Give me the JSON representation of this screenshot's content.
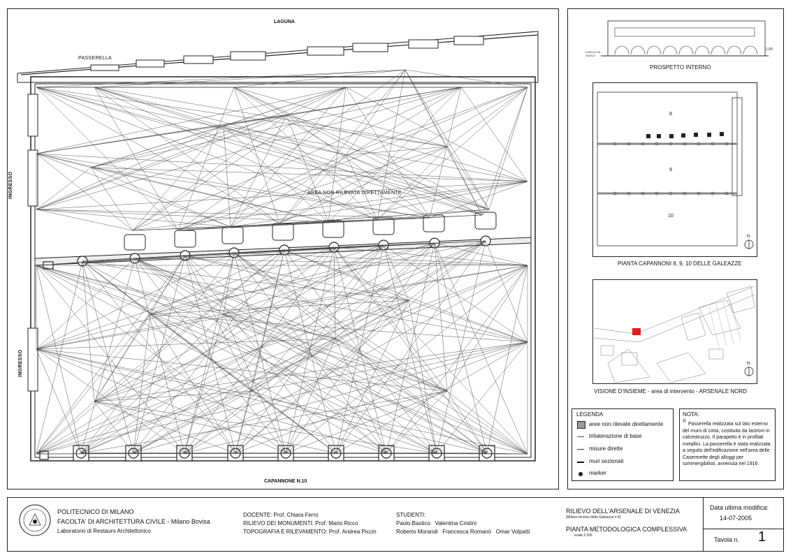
{
  "plan": {
    "top_label": "LAGUNA",
    "bottom_label": "CAPANNONE N.10",
    "passerella_label": "PASSERELLA",
    "ingresso_upper": "INGRESSO",
    "ingresso_lower": "INGRESSO",
    "center_note": "AREA NON RILEVATA DIRETTAMENTE"
  },
  "insets": {
    "elevation_caption": "PROSPETTO INTERNO",
    "elevation_side_label": "LIVELLO DI SUOLO",
    "elevation_right_label": "1,00",
    "plan_caption": "PIANTA CAPANNONI 8, 9, 10 DELLE GALEAZZE",
    "plan_room_labels": [
      "8",
      "9",
      "10"
    ],
    "map_caption": "VISIONE D'INSIEME - area di intervento - ARSENALE NORD",
    "north": "N"
  },
  "legend": {
    "title": "LEGENDA",
    "items": [
      {
        "label": "aree non rilevate direttamente",
        "symbol": "gray-square-icon"
      },
      {
        "label": "triliaterazione di base",
        "symbol": "thin-line-icon"
      },
      {
        "label": "misure dirette",
        "symbol": "medium-line-icon"
      },
      {
        "label": "muri sezionati",
        "symbol": "thick-line-icon"
      },
      {
        "label": "marker",
        "symbol": "dot-icon"
      }
    ]
  },
  "note": {
    "title": "NOTA:",
    "marker": "®",
    "text": "Passerella realizzata sul lato esterno del muro di cinta, costituita da lastroni in calcestruzzo. Il parapetto è in profilati metallici. La passerella è stata realizzata a seguito dell'edificazione nell'area delle Casermette degli alloggi per sommergibilisti, avvenuta nel 1916."
  },
  "title_block": {
    "university": "POLITECNICO DI MILANO",
    "faculty": "FACOLTA' DI ARCHITETTURA CIVILE - Milano Bovisa",
    "lab": "Laboratorio di Restauro Architettonico",
    "docente": "DOCENTE: Prof. Chiara Ferro",
    "rilievo": "RILIEVO DEI MONUMENTI: Prof. Mario Ricco",
    "topografia": "TOPOGRAFIA E RILEVAMENTO: Prof. Andrea Piccin",
    "students_label": "STUDENTI:",
    "students_row1": "Paolo Bastico   Valentina Cristini",
    "students_row2": "Roberto Morandi   Francesca Romanò   Omar Volpatti",
    "project_title": "RILIEVO DELL'ARSENALE DI VENEZIA",
    "project_subtitle": "(Rilievo tecnico della Galeazza n.9)",
    "sheet_title": "PIANTA METODOLOGICA COMPLESSIVA",
    "scale": "scala 1:100",
    "date_label": "Data ultima modifica:",
    "date_value": "14-07-2005",
    "tavola_label": "Tavola n.",
    "tavola_value": "1"
  }
}
